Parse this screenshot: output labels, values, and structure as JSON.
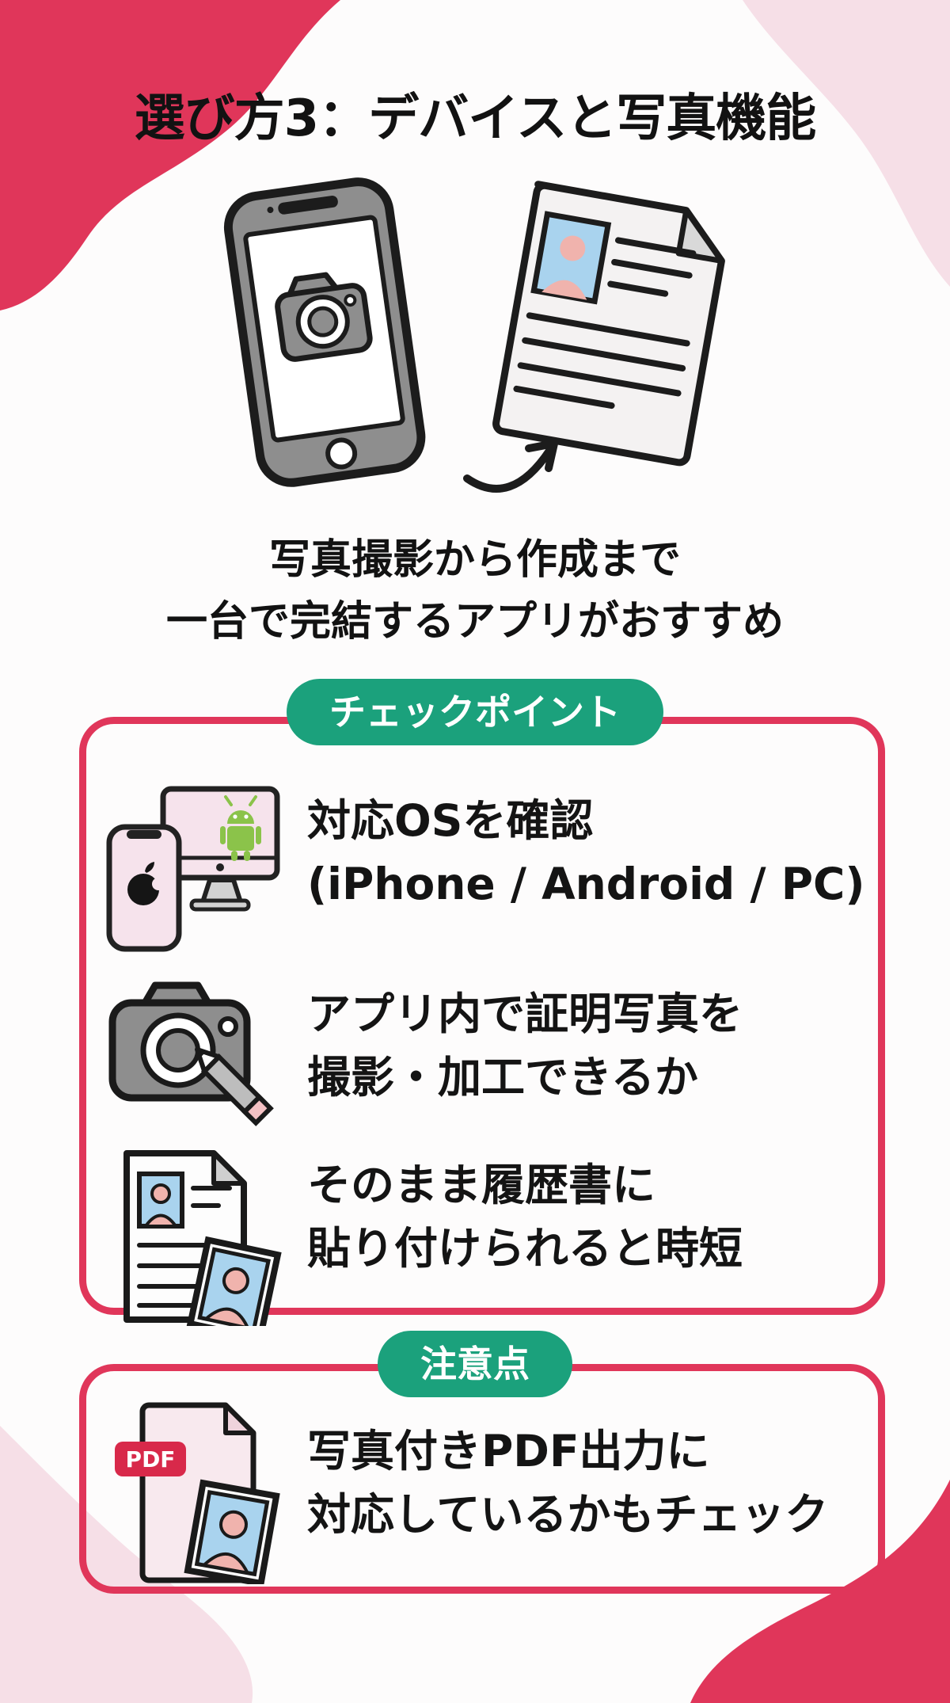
{
  "title": "選び方3：デバイスと写真機能",
  "subtitle": {
    "line1": "写真撮影から作成まで",
    "line2": "一台で完結するアプリがおすすめ"
  },
  "checkpoint": {
    "badge": "チェックポイント",
    "items": [
      {
        "icon": "devices-icon",
        "line1": "対応OSを確認",
        "line2": "(iPhone / Android / PC)"
      },
      {
        "icon": "camera-pencil-icon",
        "line1": "アプリ内で証明写真を",
        "line2": "撮影・加工できるか"
      },
      {
        "icon": "resume-photos-icon",
        "line1": "そのまま履歴書に",
        "line2": "貼り付けられると時短"
      }
    ]
  },
  "caution": {
    "badge": "注意点",
    "items": [
      {
        "icon": "pdf-photo-icon",
        "pdf_label": "PDF",
        "line1": "写真付きPDF出力に",
        "line2": "対応しているかもチェック"
      }
    ]
  },
  "illustration": {
    "description": "smartphone-with-camera-to-resume-arrow"
  },
  "colors": {
    "crimson": "#e0365a",
    "light_pink": "#f6dfe7",
    "badge_green": "#1ba17c",
    "ink": "#141414",
    "photo_blue": "#a9d3ee",
    "person_pink": "#f0b3ad",
    "pdf_red": "#d8294a"
  }
}
